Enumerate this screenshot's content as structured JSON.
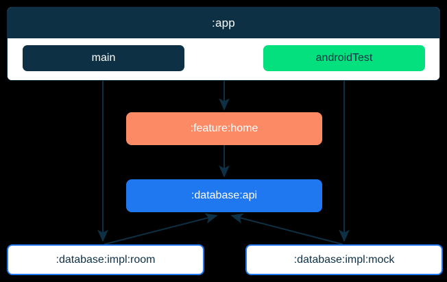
{
  "diagram": {
    "type": "module-dependency-graph",
    "background_color": "#000000",
    "edge_color": "#0e3044",
    "app_container": {
      "title": ":app",
      "header_color": "#0e3044",
      "body_color": "#ffffff",
      "source_sets": [
        {
          "label": "main",
          "color": "#0e3044",
          "text_color": "#ffffff"
        },
        {
          "label": "androidTest",
          "color": "#04e07d",
          "text_color": "#0e3044"
        }
      ]
    },
    "nodes": [
      {
        "id": "feature-home",
        "label": ":feature:home",
        "color": "#fc8a65",
        "text_color": "#ffffff"
      },
      {
        "id": "database-api",
        "label": ":database:api",
        "color": "#1f78ef",
        "text_color": "#ffffff"
      },
      {
        "id": "impl-room",
        "label": ":database:impl:room",
        "color": "#ffffff",
        "text_color": "#0e3044",
        "border_color": "#1f78ef"
      },
      {
        "id": "impl-mock",
        "label": ":database:impl:mock",
        "color": "#ffffff",
        "text_color": "#0e3044",
        "border_color": "#1f78ef"
      }
    ],
    "edges": [
      {
        "from": "main",
        "to": "impl-room"
      },
      {
        "from": "app",
        "to": "feature-home"
      },
      {
        "from": "androidTest",
        "to": "impl-mock"
      },
      {
        "from": "feature-home",
        "to": "database-api"
      },
      {
        "from": "impl-room",
        "to": "database-api"
      },
      {
        "from": "impl-mock",
        "to": "database-api"
      }
    ]
  }
}
